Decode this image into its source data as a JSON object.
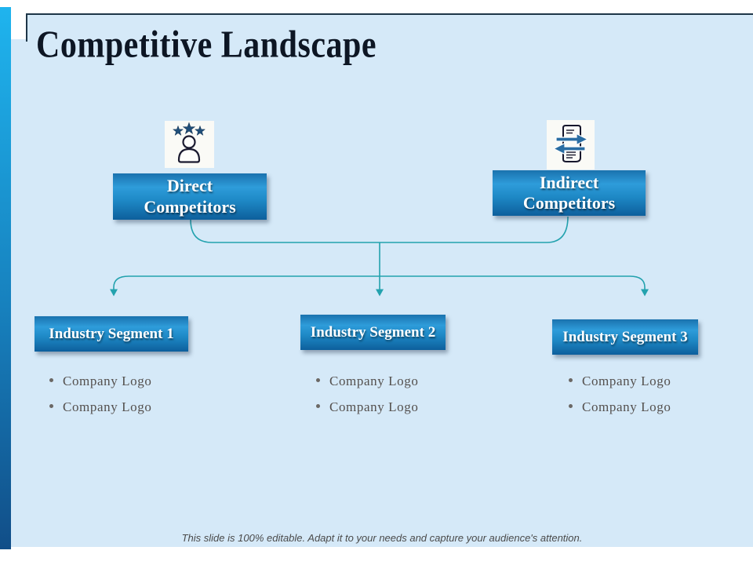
{
  "title": "Competitive Landscape",
  "footer": "This slide is 100% editable. Adapt it to your needs and capture your audience's attention.",
  "colors": {
    "accent_bar_top": "#1FB4EE",
    "accent_bar_mid": "#1781BE",
    "accent_bar_bottom": "#114E88",
    "slide_bg": "#D5E9F8",
    "border_dark": "#1E3648",
    "title_text": "#0D1624",
    "box_grad_top": "#1A72AE",
    "box_grad_bright": "#2E9CDA",
    "box_grad_low": "#1E89C6",
    "box_grad_bottom": "#0D5F9C",
    "box_text": "#FFFFFF",
    "connector": "#23A2AE",
    "icon_navy": "#1F4E79",
    "icon_outline": "#1A1A30",
    "tile_bg": "#FAFAF6",
    "bullet_text": "#54504E",
    "footer_text": "#4A4A4A"
  },
  "parents": [
    {
      "line1": "Direct",
      "line2": "Competitors",
      "icon": "person-with-stars-icon"
    },
    {
      "line1": "Indirect",
      "line2": "Competitors",
      "icon": "document-transfer-icon"
    }
  ],
  "segments": [
    {
      "label": "Industry Segment 1",
      "items": [
        "Company Logo",
        "Company Logo"
      ]
    },
    {
      "label": "Industry Segment 2",
      "items": [
        "Company Logo",
        "Company Logo"
      ]
    },
    {
      "label": "Industry Segment 3",
      "items": [
        "Company Logo",
        "Company Logo"
      ]
    }
  ]
}
